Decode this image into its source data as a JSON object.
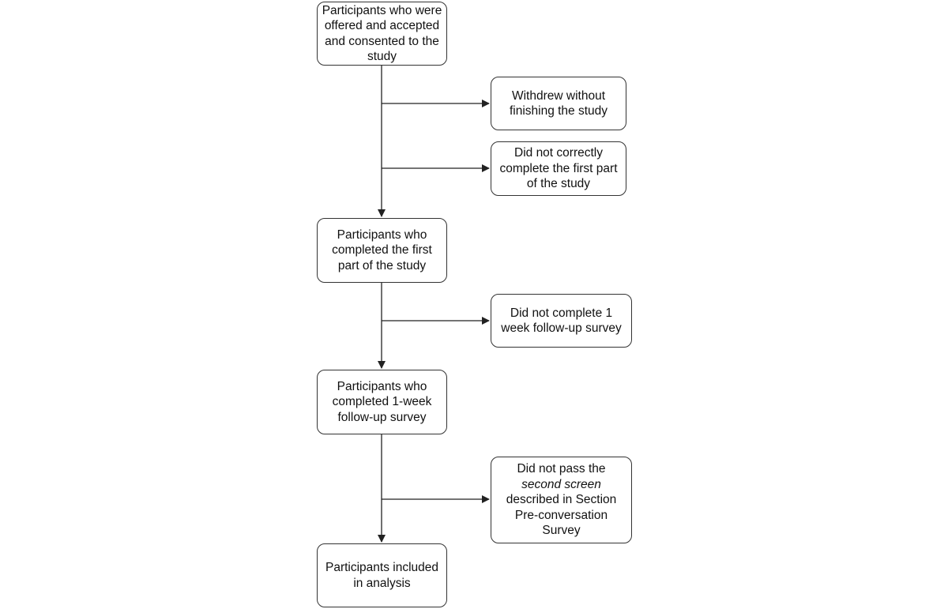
{
  "diagram": {
    "main": {
      "consented": "Participants who were offered and accepted and consented to the study",
      "first_part": "Participants who completed the first part of the study",
      "one_week": "Participants who completed 1-week follow-up survey",
      "analysis": "Participants included in analysis"
    },
    "exclusions": {
      "withdrew": "Withdrew without finishing the study",
      "not_first_part": "Did not correctly complete the first part of the study",
      "not_one_week": "Did not complete 1 week follow-up survey",
      "second_screen": {
        "before": "Did not pass the",
        "emphasis": "second screen",
        "after": "described in Section Pre-conversation Survey"
      }
    }
  }
}
